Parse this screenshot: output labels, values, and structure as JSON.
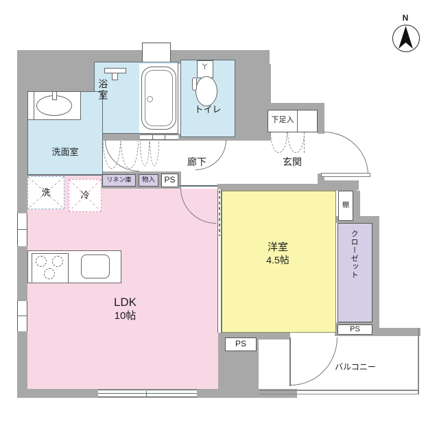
{
  "compass": {
    "north_label": "N"
  },
  "colors": {
    "wall": "#a8a8a8",
    "wet_area": "#cfe8f2",
    "ldk": "#f9d8e6",
    "bedroom": "#fbf6ae",
    "closet": "#d6cde7"
  },
  "rooms": {
    "ldk": {
      "name": "LDK",
      "size": "10帖"
    },
    "western_room": {
      "name": "洋室",
      "size": "4.5帖"
    },
    "bathroom": {
      "name": "浴室"
    },
    "toilet": {
      "name": "トイレ"
    },
    "washroom": {
      "name": "洗面室"
    },
    "hallway": {
      "name": "廊下"
    },
    "entrance": {
      "name": "玄関"
    },
    "balcony": {
      "name": "バルコニー"
    },
    "closet": {
      "name": "クローゼット"
    }
  },
  "fixtures": {
    "shoe_cabinet": "下足入",
    "shelf": "棚",
    "linen_cabinet": "リネン庫",
    "storage": "物入",
    "pipe_space": "PS",
    "washer": "洗",
    "refrigerator": "冷"
  }
}
